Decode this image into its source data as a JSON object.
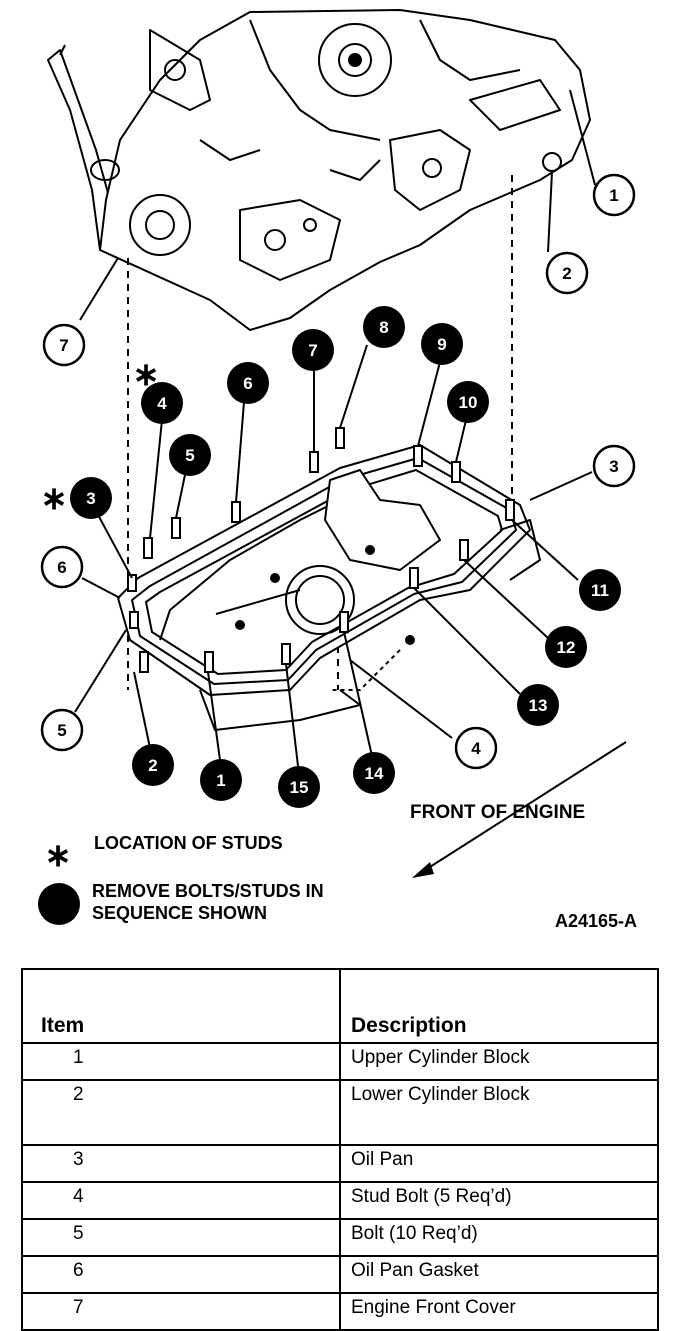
{
  "diagram": {
    "front_label": "FRONT OF ENGINE",
    "legend_studs_symbol": "∗",
    "legend_studs_text": "LOCATION OF STUDS",
    "legend_sequence_line1": "REMOVE BOLTS/STUDS IN",
    "legend_sequence_line2": "SEQUENCE SHOWN",
    "figure_id": "A24165-A",
    "stud_marker": "∗",
    "item_callouts": [
      "1",
      "2",
      "3",
      "4",
      "5",
      "6",
      "7"
    ],
    "sequence_callouts": [
      "1",
      "2",
      "3",
      "4",
      "5",
      "6",
      "7",
      "8",
      "9",
      "10",
      "11",
      "12",
      "13",
      "14",
      "15"
    ],
    "colors": {
      "ink": "#000000",
      "paper": "#ffffff"
    }
  },
  "table": {
    "header_item": "Item",
    "header_description": "Description",
    "rows": [
      {
        "item": "1",
        "description": "Upper Cylinder Block"
      },
      {
        "item": "2",
        "description": "Lower Cylinder Block"
      },
      {
        "item": "3",
        "description": "Oil Pan"
      },
      {
        "item": "4",
        "description": "Stud Bolt (5 Req’d)"
      },
      {
        "item": "5",
        "description": "Bolt (10 Req’d)"
      },
      {
        "item": "6",
        "description": "Oil Pan Gasket"
      },
      {
        "item": "7",
        "description": "Engine Front Cover"
      }
    ]
  }
}
